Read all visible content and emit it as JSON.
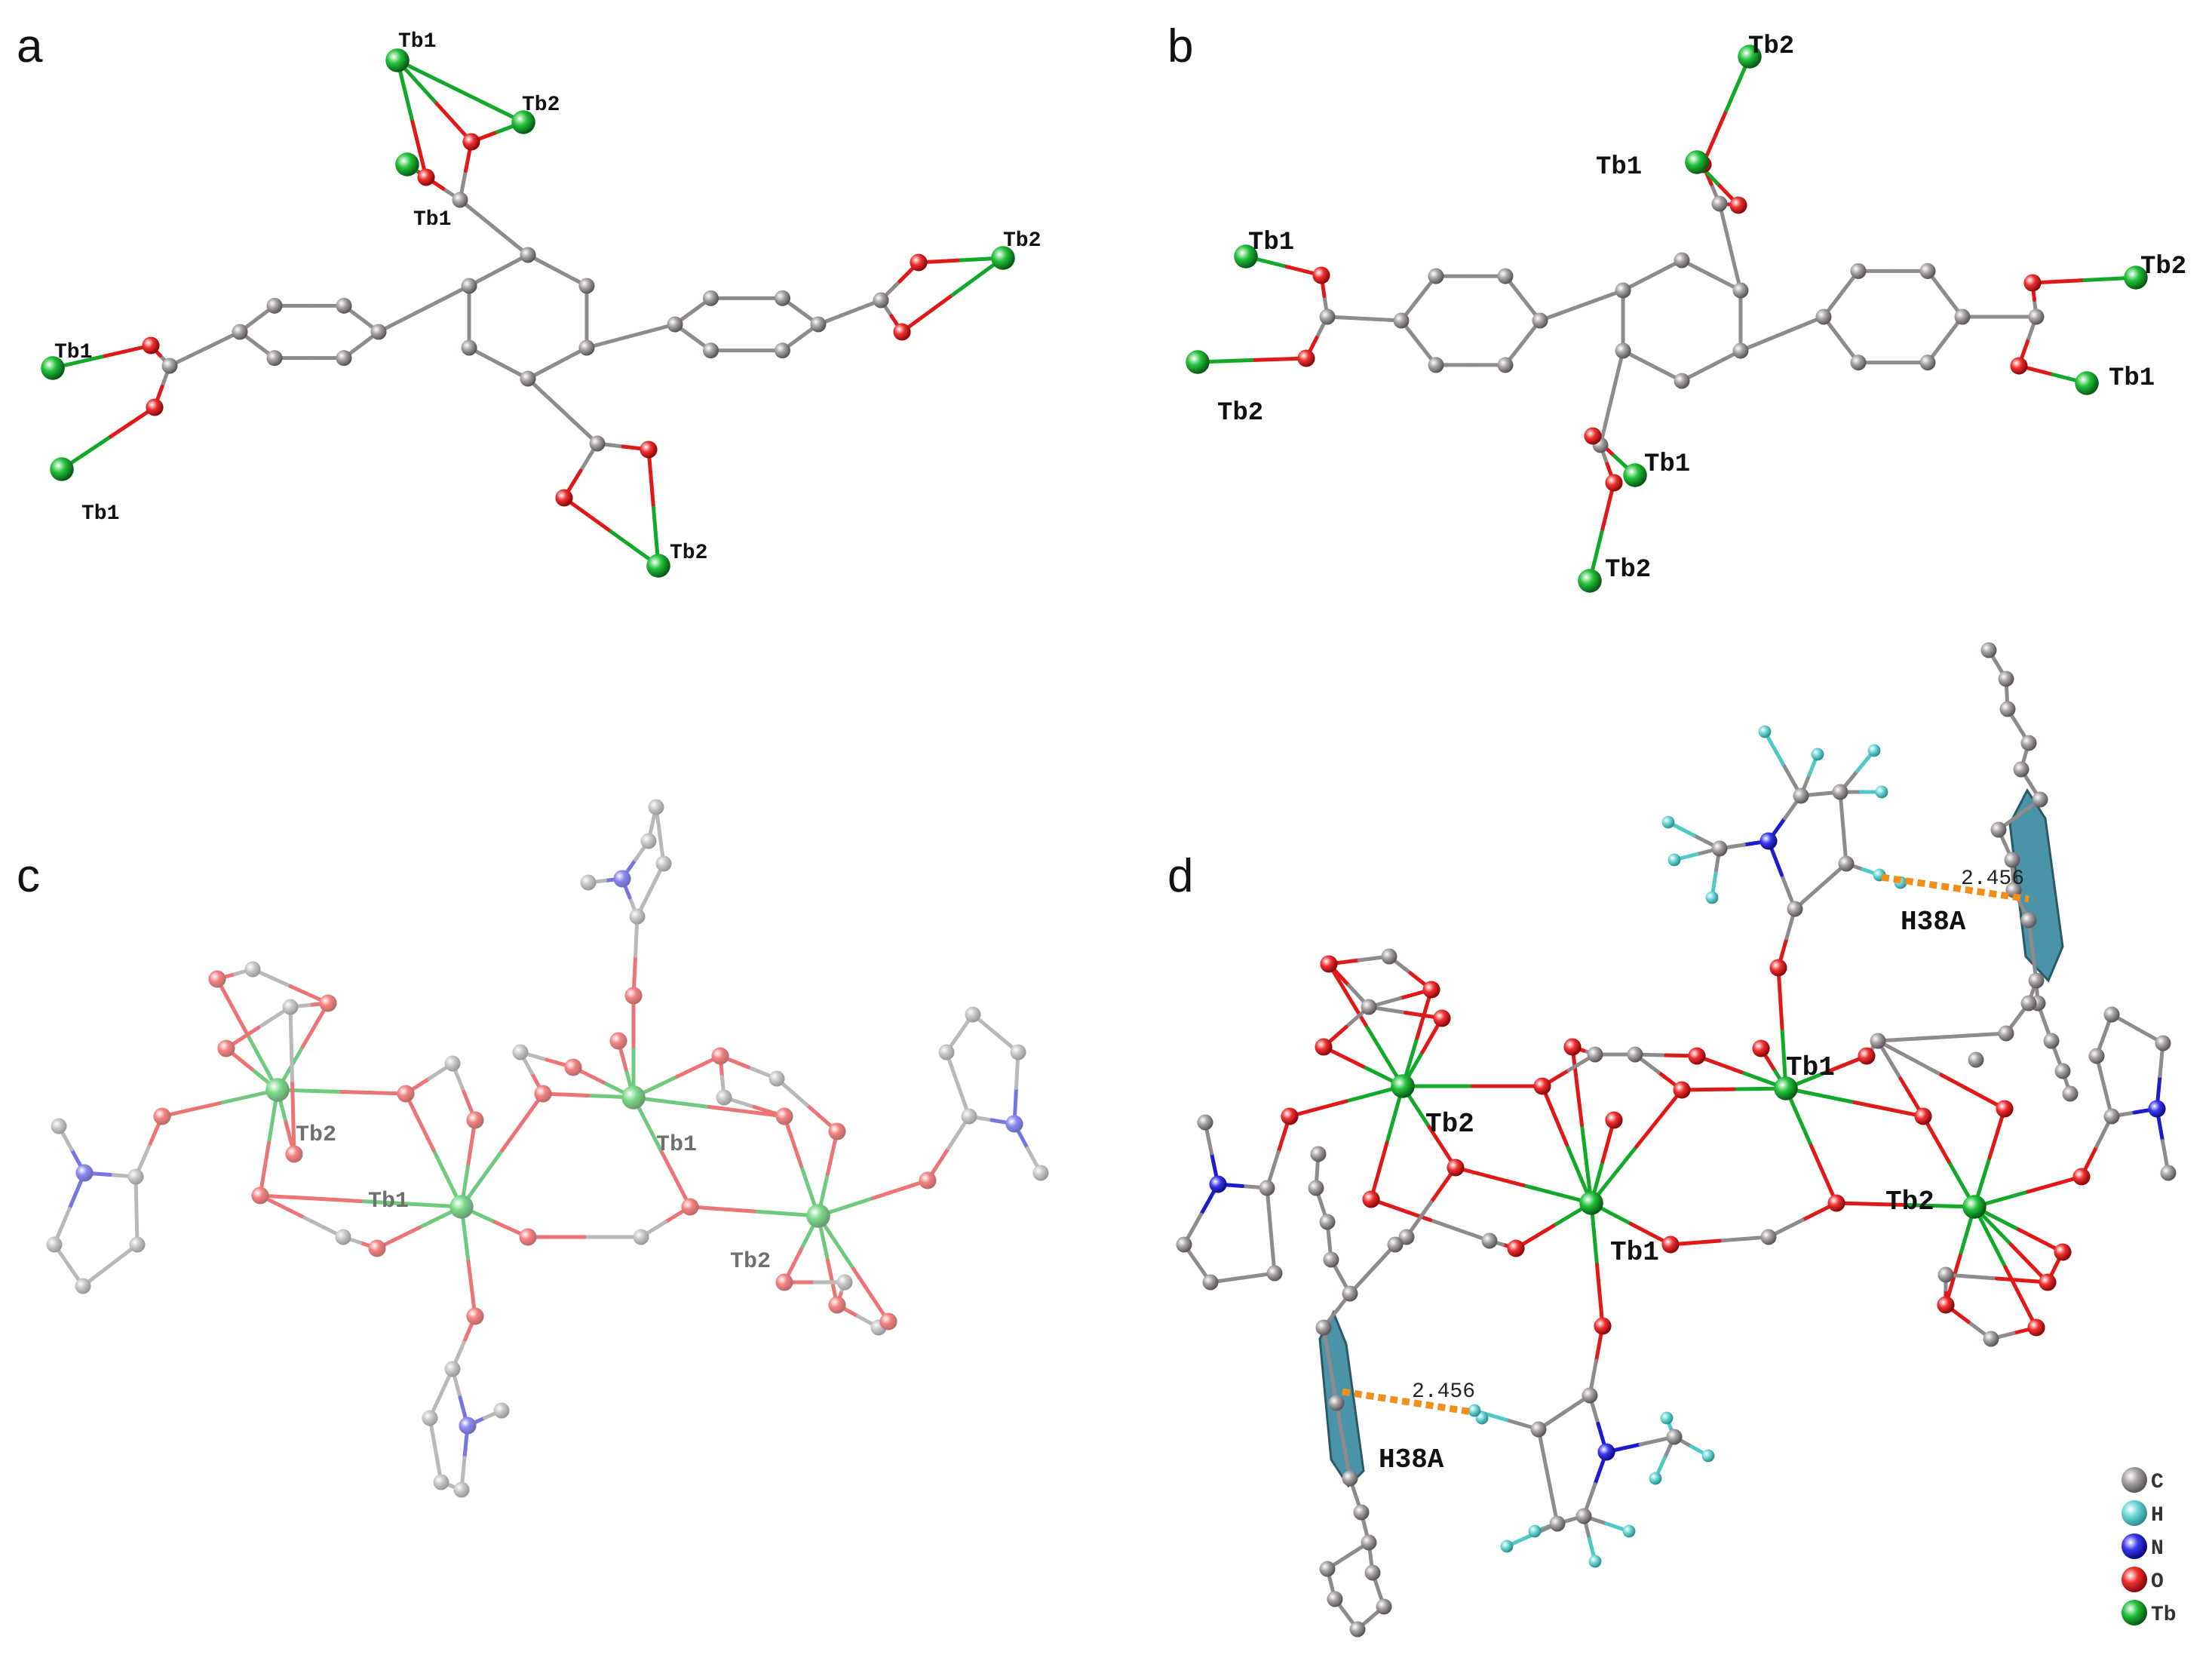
{
  "figure": {
    "panels": [
      {
        "id": "a",
        "letter": "a"
      },
      {
        "id": "b",
        "letter": "b"
      },
      {
        "id": "c",
        "letter": "c"
      },
      {
        "id": "d",
        "letter": "d"
      }
    ],
    "labels": {
      "tb1": "Tb1",
      "tb2": "Tb2",
      "h38a": "H38A",
      "distance": "2.456"
    },
    "legend": [
      {
        "symbol": "C",
        "color": "#8f8a8c"
      },
      {
        "symbol": "H",
        "color": "#4fc8c8"
      },
      {
        "symbol": "N",
        "color": "#1c1ccf"
      },
      {
        "symbol": "O",
        "color": "#e01818"
      },
      {
        "symbol": "Tb",
        "color": "#12a82a"
      }
    ],
    "colors": {
      "carbon": "#8f8a8c",
      "hydrogen": "#4fc8c8",
      "nitrogen": "#1c1ccf",
      "oxygen": "#e01818",
      "terbium": "#12a82a",
      "pi_plane": "#4a93a8",
      "hbond": "#f0901a"
    }
  }
}
